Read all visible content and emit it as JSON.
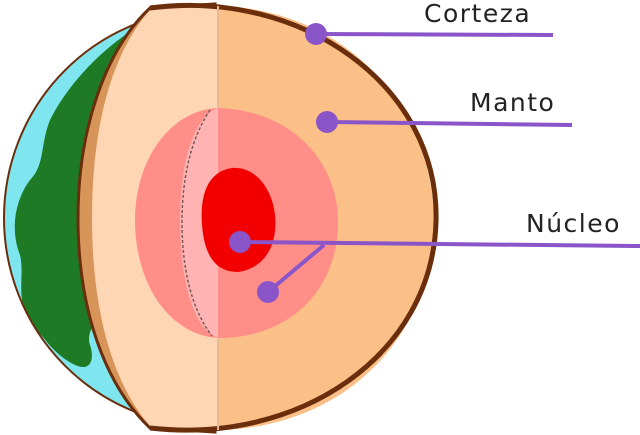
{
  "labels": {
    "crust": "Corteza",
    "mantle": "Manto",
    "core": "Núcleo"
  },
  "icons": {
    "globe": "earth-globe-icon",
    "pointer": "pointer-dot-icon"
  },
  "colors": {
    "ocean": "#7fe6f0",
    "land": "#1e7a24",
    "outline": "#6b2e0c",
    "crust": "#d8955a",
    "mantle": "#fbc088",
    "mantle_light": "#ffd6b4",
    "outer_core": "#ff8e88",
    "outer_core_light": "#ffb3b3",
    "inner_core": "#f20000",
    "pointer": "#8a55c8"
  }
}
